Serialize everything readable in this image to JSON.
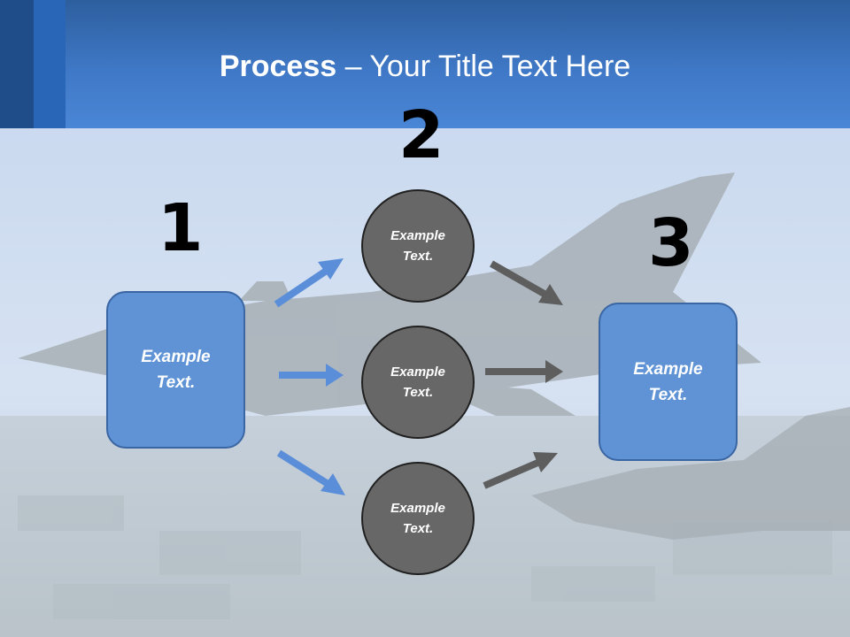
{
  "slide": {
    "title_bold": "Process",
    "title_rest": " – Your Title Text Here"
  },
  "steps": {
    "one": "1",
    "two": "2",
    "three": "3"
  },
  "left_box": {
    "text": "Example Text."
  },
  "right_box": {
    "text": "Example Text."
  },
  "circles": [
    {
      "text": "Example Text."
    },
    {
      "text": "Example Text."
    },
    {
      "text": "Example Text."
    }
  ],
  "colors": {
    "header": "#3f78c6",
    "box_fill": "#5f93d6",
    "circle_fill": "#676767",
    "blue_arrow": "#5b8ed8",
    "gray_arrow": "#5e5e5e"
  }
}
